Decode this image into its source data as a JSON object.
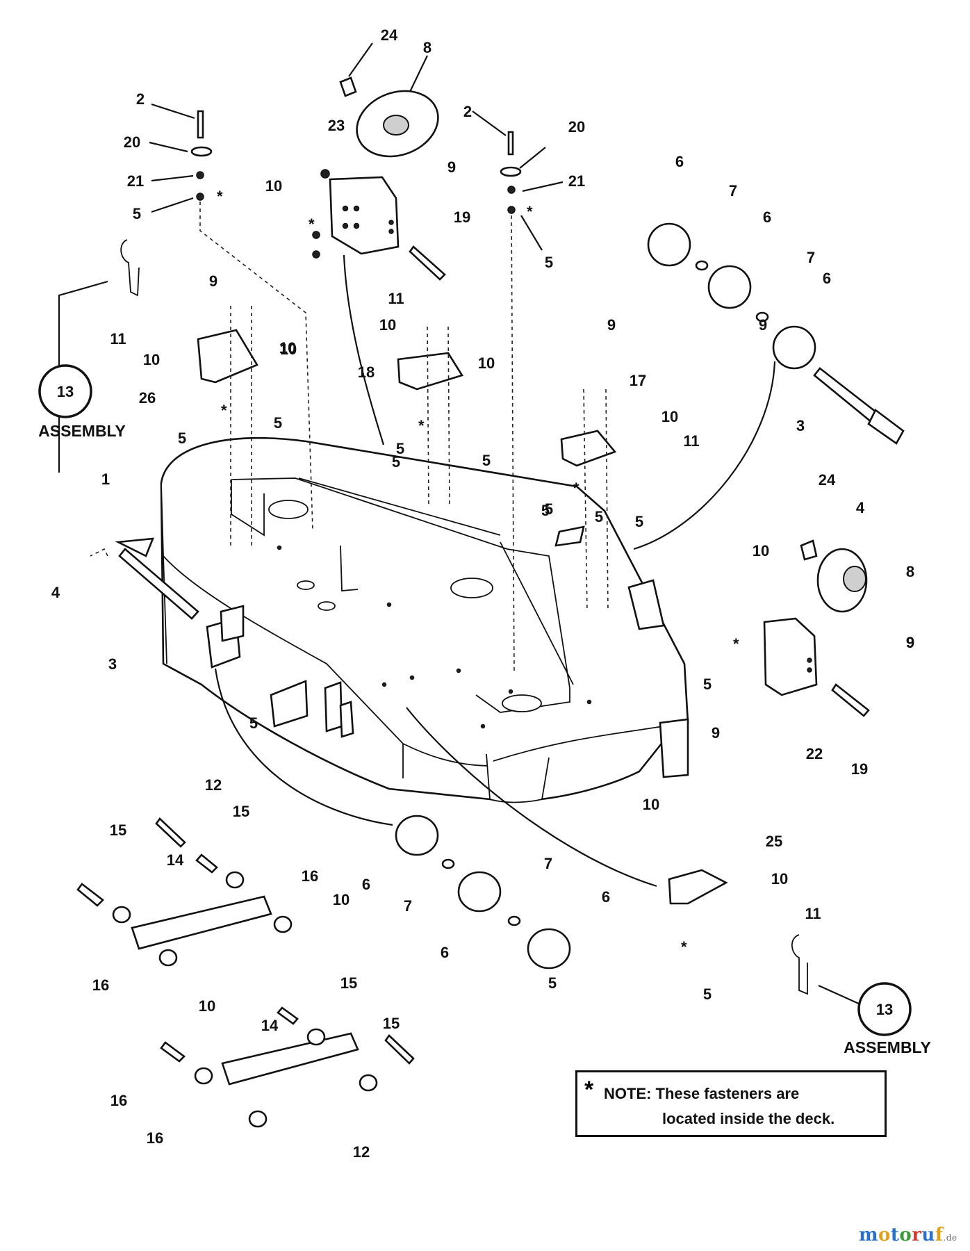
{
  "callouts": [
    "24",
    "8",
    "2",
    "20",
    "21",
    "5",
    "23",
    "10",
    "9",
    "2",
    "20",
    "21",
    "5",
    "19",
    "6",
    "7",
    "6",
    "7",
    "6",
    "9",
    "11",
    "10",
    "11",
    "10",
    "9",
    "10",
    "26",
    "10",
    "5",
    "5",
    "18",
    "5",
    "5",
    "10",
    "9",
    "17",
    "10",
    "11",
    "5",
    "5",
    "3",
    "4",
    "1",
    "4",
    "3",
    "5",
    "24",
    "8",
    "10",
    "9",
    "9",
    "5",
    "22",
    "19",
    "12",
    "15",
    "15",
    "14",
    "16",
    "16",
    "10",
    "6",
    "7",
    "7",
    "6",
    "6",
    "10",
    "25",
    "10",
    "11",
    "5",
    "9",
    "10",
    "15",
    "14",
    "16",
    "15",
    "16",
    "12",
    "5",
    "5",
    "5",
    "5"
  ],
  "stars": [
    "*",
    "*",
    "*",
    "*",
    "*",
    "*",
    "*",
    "*"
  ],
  "assembly": {
    "left_number": "13",
    "left_label": "ASSEMBLY",
    "right_number": "13",
    "right_label": "ASSEMBLY"
  },
  "note": {
    "star": "*",
    "line1": "NOTE: These fasteners are",
    "line2": "located inside the deck."
  },
  "watermark": {
    "parts": [
      {
        "text": "m",
        "color": "#2a6fc9"
      },
      {
        "text": "o",
        "color": "#e0a018"
      },
      {
        "text": "t",
        "color": "#2a6fc9"
      },
      {
        "text": "o",
        "color": "#3b9a3b"
      },
      {
        "text": "r",
        "color": "#d43a2a"
      },
      {
        "text": "u",
        "color": "#2a6fc9"
      },
      {
        "text": "f",
        "color": "#e0a018"
      }
    ],
    "suffix": ".de"
  }
}
